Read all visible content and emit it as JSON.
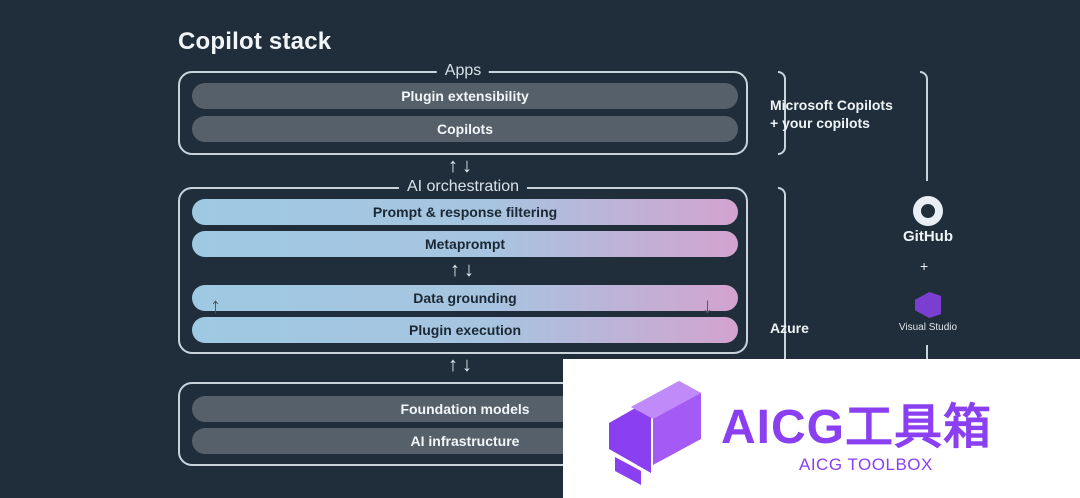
{
  "title": "Copilot stack",
  "groups": {
    "apps": {
      "label": "Apps",
      "bars": [
        "Plugin extensibility",
        "Copilots"
      ]
    },
    "orchestration": {
      "label": "AI orchestration",
      "bars": [
        "Prompt & response filtering",
        "Metaprompt",
        "Data grounding",
        "Plugin execution"
      ]
    },
    "foundation": {
      "label": "",
      "bars": [
        "Foundation models",
        "AI infrastructure"
      ]
    }
  },
  "arrows": "↑↓",
  "side_arrows": {
    "up": "↑",
    "down": "↓"
  },
  "right_labels": {
    "copilots_line1": "Microsoft Copilots",
    "copilots_line2": "+ your copilots",
    "azure": "Azure",
    "github": "GitHub",
    "plus": "+",
    "visual_studio": "Visual Studio"
  },
  "brand": {
    "title": "AICG工具箱",
    "subtitle": "AICG TOOLBOX"
  },
  "colors": {
    "background": "#1f2e3a",
    "gray_bar": "#55606a",
    "gradient_start": "#9fc9e3",
    "gradient_end": "#d3a3cf",
    "brand_purple": "#8a3ff0"
  }
}
